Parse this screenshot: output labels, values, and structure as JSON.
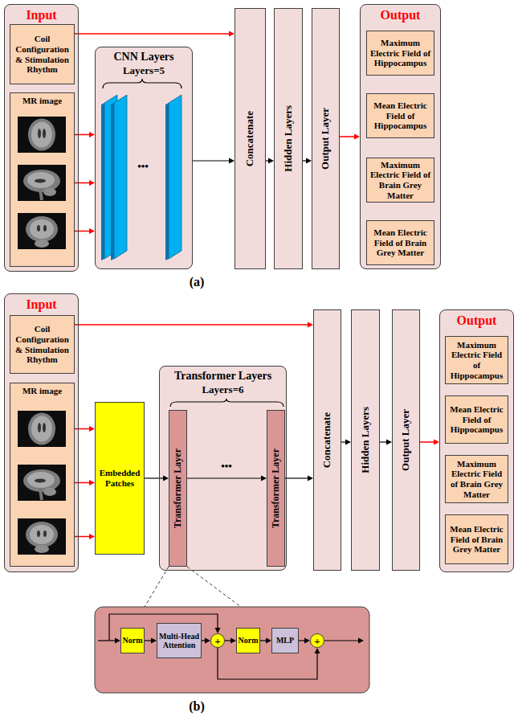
{
  "diagram": {
    "nodes": [
      {
        "text": [
          "Input"
        ]
      },
      {
        "text": [
          "Coil Configuration & Stimulation Rhythm"
        ],
        "in": 0
      },
      {
        "text": [
          "MR image"
        ],
        "in": 0
      },
      {
        "text": [
          "CNN Layers",
          "Layers=5"
        ]
      },
      {
        "text": [
          "Concatenate"
        ]
      },
      {
        "text": [
          "Hidden Layers"
        ]
      },
      {
        "text": [
          "Output Layer"
        ]
      },
      {
        "text": [
          "Output"
        ]
      },
      {
        "text": [
          "Maximum Electric Field of Hippocampus"
        ],
        "in": 7
      },
      {
        "text": [
          "Mean Electric Field of Hippocampus"
        ],
        "in": 7
      },
      {
        "text": [
          "Maximum Electric Field of Brain Grey Matter"
        ],
        "in": 7
      },
      {
        "text": [
          "Mean Electric Field of Brain Grey Matter"
        ],
        "in": 7
      },
      {
        "text": [
          "Input"
        ]
      },
      {
        "text": [
          "Coil Configuration & Stimulation Rhythm"
        ],
        "in": 12
      },
      {
        "text": [
          "MR image"
        ],
        "in": 12
      },
      {
        "text": [
          "Embedded Patches"
        ]
      },
      {
        "text": [
          "Transformer Layers",
          "Layers=6"
        ]
      },
      {
        "text": [
          "Transformer Layer"
        ],
        "in": 16
      },
      {
        "text": [
          "Transformer Layer"
        ],
        "in": 16
      },
      {
        "text": [
          "Concatenate"
        ]
      },
      {
        "text": [
          "Hidden Layers"
        ]
      },
      {
        "text": [
          "Output Layer"
        ]
      },
      {
        "text": [
          "Output"
        ]
      },
      {
        "text": [
          "Maximum Electric Field of Hippocampus"
        ],
        "in": 22
      },
      {
        "text": [
          "Mean Electric Field of Hippocampus"
        ],
        "in": 22
      },
      {
        "text": [
          "Maximum Electric Field of Brain Grey Matter"
        ],
        "in": 22
      },
      {
        "text": [
          "Mean Electric Field of Brain Grey Matter"
        ],
        "in": 22
      },
      {
        "text": [
          "Norm"
        ]
      },
      {
        "text": [
          "Multi-Head Attention"
        ]
      },
      {
        "text": [
          "+"
        ]
      },
      {
        "text": [
          "Norm"
        ]
      },
      {
        "text": [
          "MLP"
        ]
      },
      {
        "text": [
          "+"
        ]
      }
    ],
    "edges": [
      {
        "from": 1,
        "to": 4,
        "arrow": "to"
      },
      {
        "from": 2,
        "to": 3,
        "arrow": "to"
      },
      {
        "from": 3,
        "to": 4,
        "arrow": "to"
      },
      {
        "from": 4,
        "to": 5,
        "arrow": "to"
      },
      {
        "from": 5,
        "to": 6,
        "arrow": "to"
      },
      {
        "from": 6,
        "to": 7,
        "arrow": "to"
      },
      {
        "from": 13,
        "to": 19,
        "arrow": "to"
      },
      {
        "from": 14,
        "to": 15,
        "arrow": "to"
      },
      {
        "from": 15,
        "to": 17,
        "arrow": "to"
      },
      {
        "from": 17,
        "to": 18,
        "arrow": "to"
      },
      {
        "from": 18,
        "to": 19,
        "arrow": "to"
      },
      {
        "from": 19,
        "to": 20,
        "arrow": "to"
      },
      {
        "from": 20,
        "to": 21,
        "arrow": "to"
      },
      {
        "from": 21,
        "to": 22,
        "arrow": "to"
      },
      {
        "from": 27,
        "to": 28,
        "arrow": "to"
      },
      {
        "from": 28,
        "to": 29,
        "arrow": "to"
      },
      {
        "from": 29,
        "to": 30,
        "arrow": "to"
      },
      {
        "from": 30,
        "to": 31,
        "arrow": "to"
      },
      {
        "from": 31,
        "to": 32,
        "arrow": "to"
      },
      {
        "from": 29,
        "to": 32,
        "arrow": "to"
      }
    ],
    "labels": [
      "•••",
      "(a)",
      "•••",
      "(b)"
    ]
  }
}
